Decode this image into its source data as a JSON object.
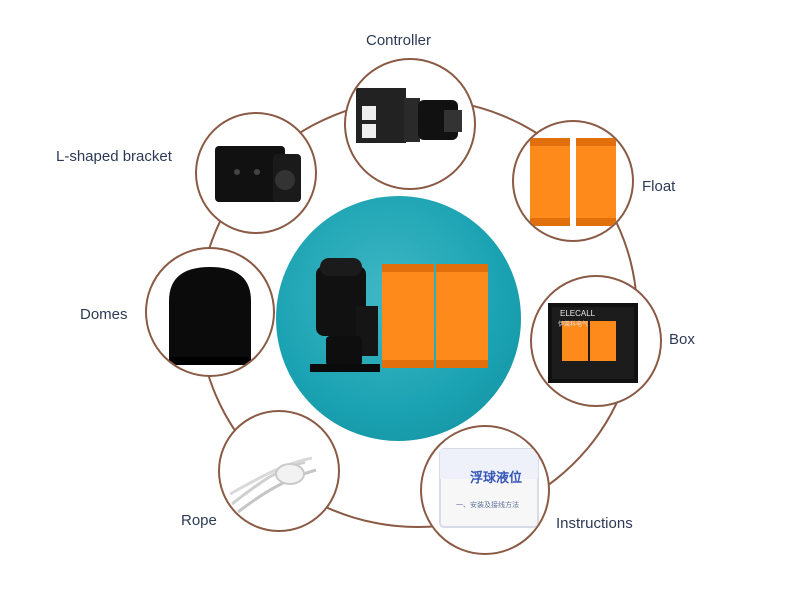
{
  "labels": {
    "controller": "Controller",
    "float": "Float",
    "bracket": "L-shaped bracket",
    "domes": "Domes",
    "box": "Box",
    "rope": "Rope",
    "instructions": "Instructions"
  },
  "box_text": {
    "brand": "ELECALL",
    "brand_sub": "伊莱科电气"
  },
  "instructions_text": {
    "title": "浮球液位",
    "subtitle": "一、安装及接线方法"
  },
  "colors": {
    "ring": "#8a5a44",
    "center_disc": "#1aa2b2",
    "float_orange": "#ff8a1c",
    "label_text": "#2d3a55"
  }
}
